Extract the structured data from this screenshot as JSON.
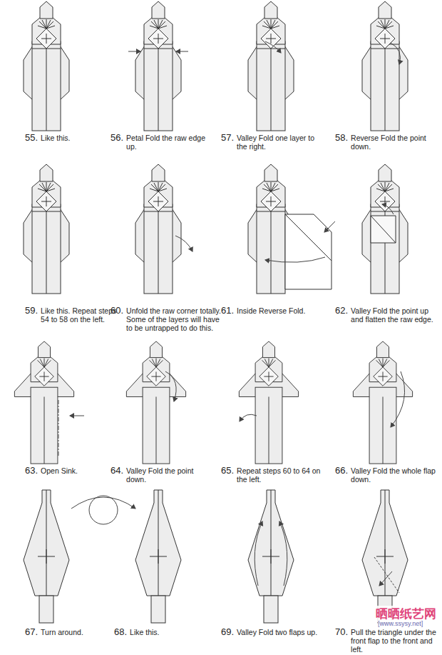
{
  "diagram": {
    "labels": [
      "55.",
      "Like this.",
      "56.",
      "Petal Fold the raw edge up.",
      "57.",
      "Valley Fold one layer to the right.",
      "58.",
      "Reverse Fold the point down.",
      "59.",
      "Like this. Repeat steps 54 to 58 on the left.",
      "60.",
      "Unfold the raw corner totally. Some of the layers will have to be untrapped to do this.",
      "61.",
      "Inside Reverse Fold.",
      "62.",
      "Valley Fold the point up and flatten the raw edge.",
      "63.",
      "Open Sink.",
      "64.",
      "Valley Fold the point down.",
      "65.",
      "Repeat steps 60 to 64 on the left.",
      "66.",
      "Valley Fold the whole flap down.",
      "67.",
      "Turn around.",
      "68.",
      "Like this.",
      "69.",
      "Valley Fold two flaps up.",
      "70.",
      "Pull the triangle under the front flap to the front and left.",
      "晒晒纸艺网",
      "[www.ssysy.net]"
    ]
  }
}
